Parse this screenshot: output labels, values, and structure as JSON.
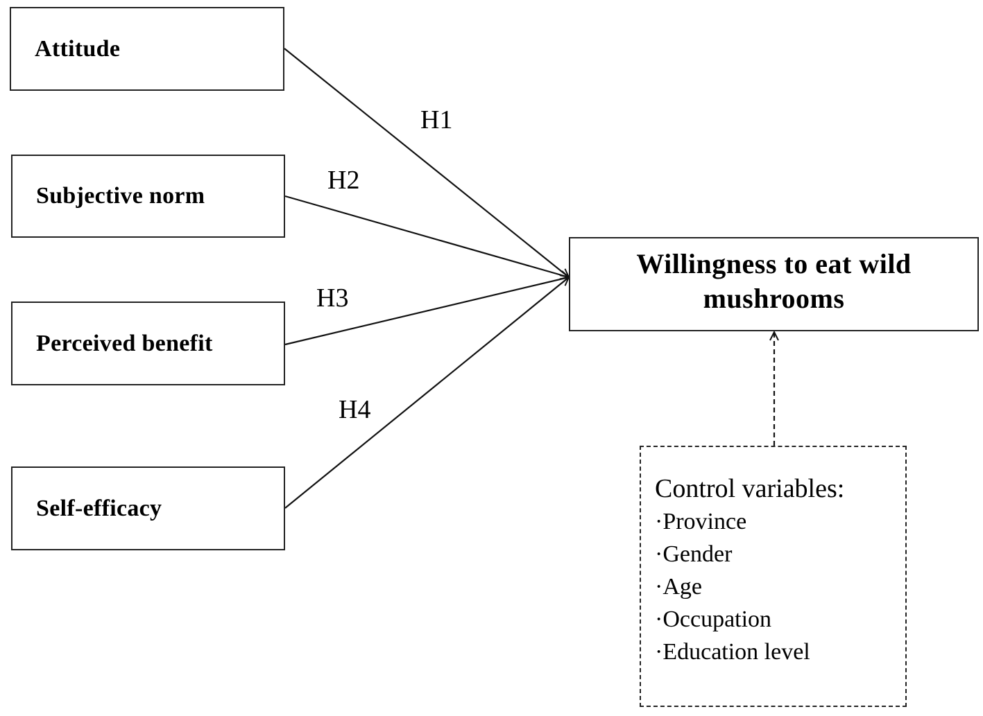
{
  "variables": [
    {
      "id": "attitude",
      "label": "Attitude"
    },
    {
      "id": "subjective",
      "label": "Subjective norm"
    },
    {
      "id": "perceived",
      "label": "Perceived benefit"
    },
    {
      "id": "self",
      "label": "Self-efficacy"
    }
  ],
  "outcome": {
    "line1": "Willingness to eat wild",
    "line2": "mushrooms"
  },
  "hypotheses": [
    "H1",
    "H2",
    "H3",
    "H4"
  ],
  "control": {
    "title": "Control variables:",
    "items": [
      "Province",
      "Gender",
      "Age",
      "Occupation",
      "Education level"
    ]
  }
}
